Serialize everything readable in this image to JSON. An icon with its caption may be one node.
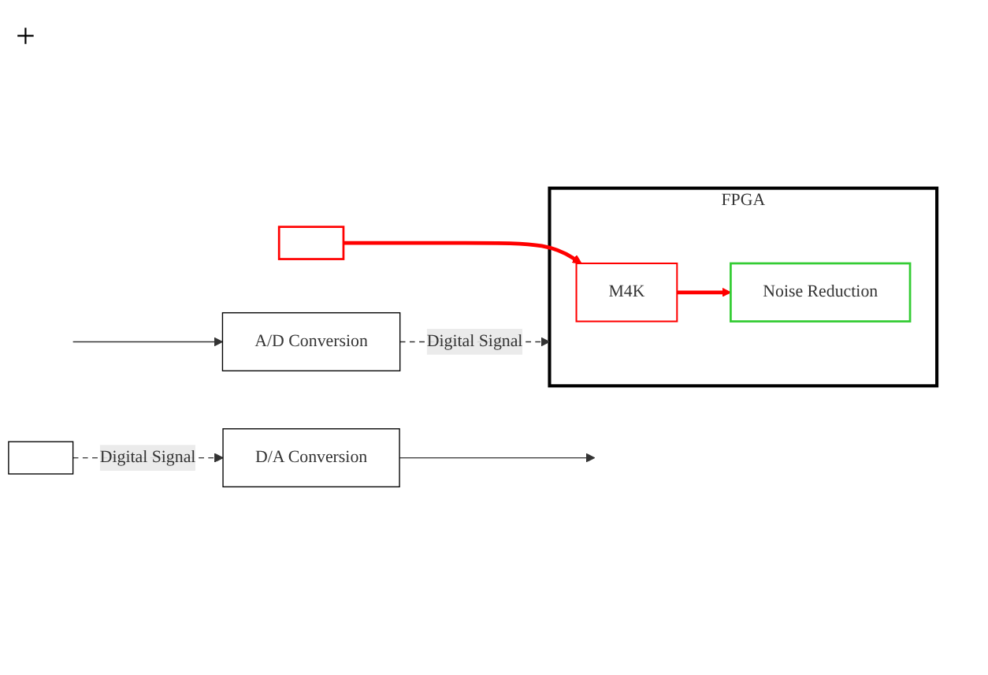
{
  "diagram": {
    "nodes": [
      {
        "text": [
          "A/D Conversion"
        ]
      },
      {
        "text": [],
        "shape": "box"
      },
      {
        "text": [
          "FPGA"
        ]
      },
      {
        "text": [
          "M4K"
        ],
        "in": 2
      },
      {
        "text": [
          "Noise Reduction"
        ],
        "in": 2
      },
      {
        "text": [],
        "shape": "box"
      },
      {
        "text": [
          "D/A Conversion"
        ]
      }
    ],
    "edges": [
      {
        "from": null,
        "to": 0,
        "arrow": "to"
      },
      {
        "from": 0,
        "to": 2,
        "arrow": "to",
        "label": "Digital Signal",
        "style": "dashed"
      },
      {
        "from": 1,
        "to": 3,
        "arrow": "to",
        "style": "thick",
        "color": "#ff0000"
      },
      {
        "from": 3,
        "to": 4,
        "arrow": "to",
        "style": "thick",
        "color": "#ff0000"
      },
      {
        "from": 5,
        "to": 6,
        "arrow": "to",
        "label": "Digital Signal",
        "style": "dashed"
      },
      {
        "from": 6,
        "to": null,
        "arrow": "to"
      }
    ],
    "labels": [
      "+"
    ]
  }
}
